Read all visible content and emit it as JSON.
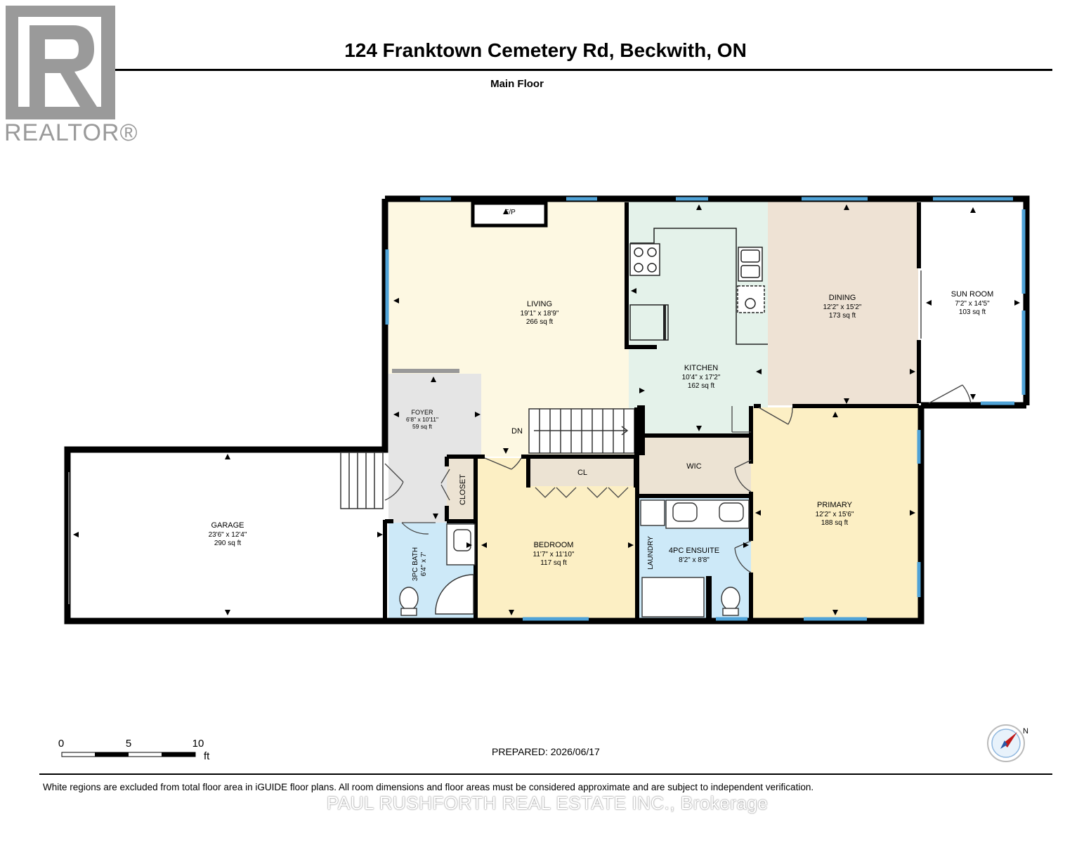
{
  "header": {
    "title": "124 Franktown Cemetery Rd, Beckwith, ON",
    "floor": "Main Floor"
  },
  "branding": {
    "logo_letter": "R",
    "logo_word": "REALTOR®",
    "watermark": "PAUL RUSHFORTH REAL ESTATE INC., Brokerage"
  },
  "footer": {
    "prepared": "PREPARED: 2026/06/17",
    "disclaimer": "White regions are excluded from total floor area in iGUIDE floor plans. All room dimensions and floor areas must be considered approximate and are subject to independent verification."
  },
  "scale": {
    "labels": [
      "0",
      "5",
      "10"
    ],
    "unit": "ft"
  },
  "compass": {
    "label": "N"
  },
  "rooms": {
    "living": {
      "name": "LIVING",
      "dims": "19'1\" x 18'9\"",
      "area": "266 sq ft"
    },
    "kitchen": {
      "name": "KITCHEN",
      "dims": "10'4\" x 17'2\"",
      "area": "162 sq ft"
    },
    "dining": {
      "name": "DINING",
      "dims": "12'2\" x 15'2\"",
      "area": "173 sq ft"
    },
    "sunroom": {
      "name": "SUN ROOM",
      "dims": "7'2\" x 14'5\"",
      "area": "103 sq ft"
    },
    "foyer": {
      "name": "FOYER",
      "dims": "6'8\" x 10'11\"",
      "area": "59 sq ft"
    },
    "garage": {
      "name": "GARAGE",
      "dims": "23'6\" x 12'4\"",
      "area": "290 sq ft"
    },
    "bedroom": {
      "name": "BEDROOM",
      "dims": "11'7\" x 11'10\"",
      "area": "117 sq ft"
    },
    "bath3": {
      "name": "3PC BATH",
      "dims": "6'4\" x 7'"
    },
    "ensuite": {
      "name": "4PC ENSUITE",
      "dims": "8'2\" x 8'8\""
    },
    "primary": {
      "name": "PRIMARY",
      "dims": "12'2\" x 15'6\"",
      "area": "188 sq ft"
    }
  },
  "labels": {
    "fireplace": "F/P",
    "stairs_down": "DN",
    "closet_bed": "CL",
    "closet_foyer": "CLOSET",
    "wic": "WIC",
    "laundry": "LAUNDRY"
  },
  "colors": {
    "wall": "#000000",
    "window": "#4fa3d8",
    "living": "#fdf8e2",
    "kitchen": "#e4f2ea",
    "dining": "#eee2d4",
    "foyer": "#e5e5e5",
    "bedroom": "#fcefc4",
    "primary": "#fcefc4",
    "bath": "#cde9f8",
    "wic": "#ece3d3",
    "closet": "#ece3d3",
    "sunroom": "#ffffff",
    "garage": "#ffffff"
  }
}
